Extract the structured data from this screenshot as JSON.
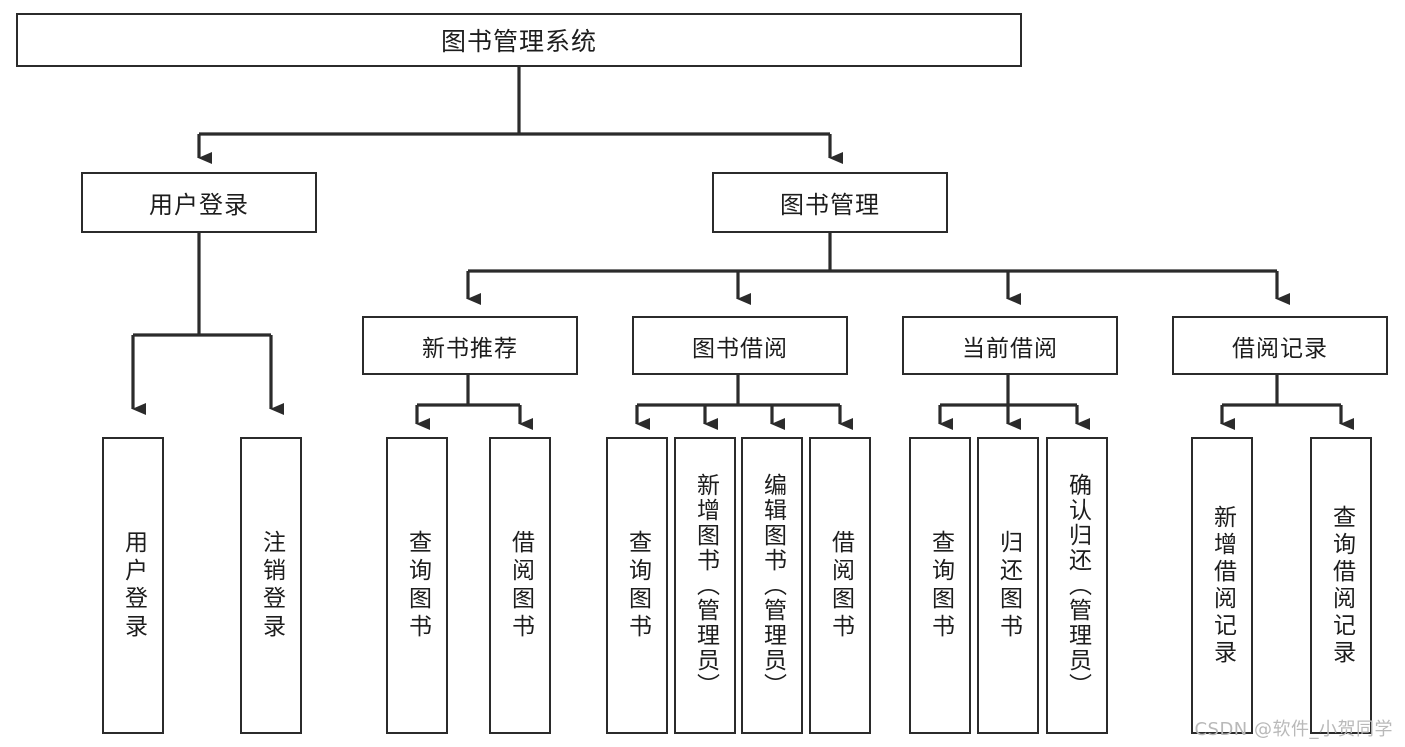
{
  "diagram": {
    "title": "图书管理系统",
    "type": "tree",
    "line_color": "#2b2b2b",
    "box_fill": "#ffffff",
    "text_color": "#1d1d1d",
    "watermark": "CSDN @软件_小贺同学",
    "nodes": {
      "root": {
        "label": "图书管理系统"
      },
      "level2": [
        {
          "id": "user-login",
          "label": "用户登录"
        },
        {
          "id": "book-manage",
          "label": "图书管理"
        }
      ],
      "level3": [
        {
          "id": "new-book-recommend",
          "label": "新书推荐"
        },
        {
          "id": "book-borrow",
          "label": "图书借阅"
        },
        {
          "id": "current-borrow",
          "label": "当前借阅"
        },
        {
          "id": "borrow-record",
          "label": "借阅记录"
        }
      ],
      "leaves": {
        "user_login": [
          {
            "id": "leaf-user-login",
            "label": "用户登录"
          },
          {
            "id": "leaf-logout-login",
            "label": "注销登录"
          }
        ],
        "new_book_recommend": [
          {
            "id": "leaf-query-book-1",
            "label": "查询图书"
          },
          {
            "id": "leaf-borrow-book-1",
            "label": "借阅图书"
          }
        ],
        "book_borrow": [
          {
            "id": "leaf-query-book-2",
            "label": "查询图书"
          },
          {
            "id": "leaf-add-book",
            "label": "新增图书（管理员）"
          },
          {
            "id": "leaf-edit-book",
            "label": "编辑图书（管理员）"
          },
          {
            "id": "leaf-borrow-book-2",
            "label": "借阅图书"
          }
        ],
        "current_borrow": [
          {
            "id": "leaf-query-book-3",
            "label": "查询图书"
          },
          {
            "id": "leaf-return-book",
            "label": "归还图书"
          },
          {
            "id": "leaf-confirm-return",
            "label": "确认归还（管理员）"
          }
        ],
        "borrow_record": [
          {
            "id": "leaf-add-record",
            "label": "新增借阅记录"
          },
          {
            "id": "leaf-query-record",
            "label": "查询借阅记录"
          }
        ]
      }
    }
  }
}
